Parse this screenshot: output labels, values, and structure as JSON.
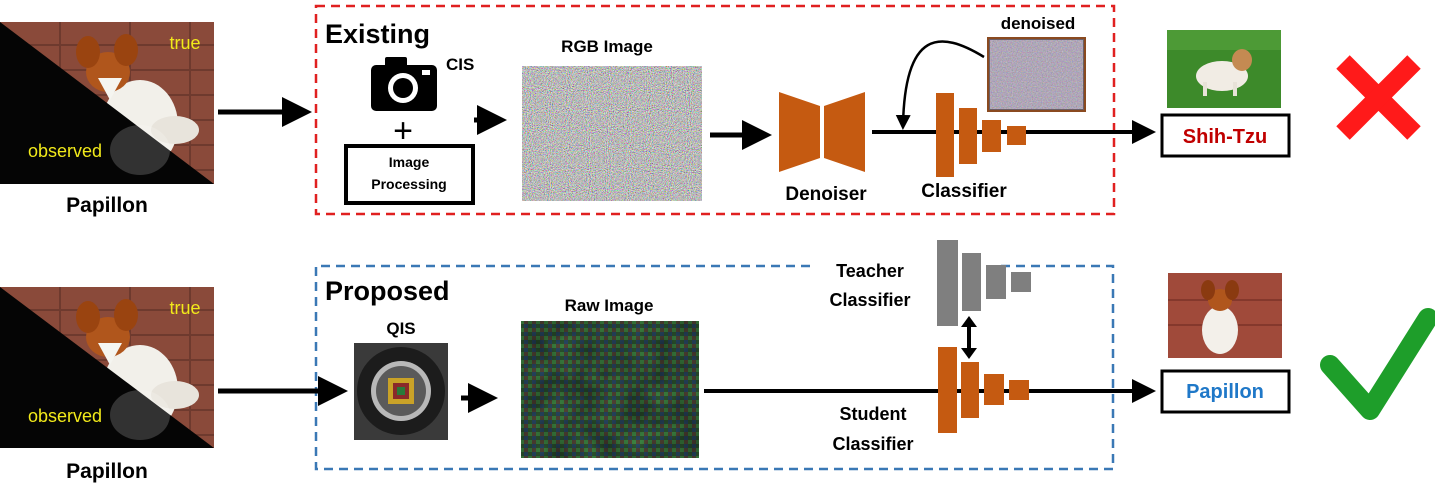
{
  "inputs": {
    "top": {
      "true_label": "true",
      "observed_label": "observed",
      "class_name": "Papillon"
    },
    "bottom": {
      "true_label": "true",
      "observed_label": "observed",
      "class_name": "Papillon"
    }
  },
  "existing": {
    "title": "Existing",
    "sensor_label": "CIS",
    "plus": "+",
    "processing_label": "Image Processing",
    "image_label": "RGB Image",
    "denoised_label": "denoised",
    "denoiser_label": "Denoiser",
    "classifier_label": "Classifier",
    "output_label": "Shih-Tzu",
    "result_icon": "cross-icon"
  },
  "proposed": {
    "title": "Proposed",
    "sensor_label": "QIS",
    "image_label": "Raw Image",
    "teacher_label": "Teacher Classifier",
    "student_label": "Student Classifier",
    "output_label": "Papillon",
    "result_icon": "check-icon"
  },
  "colors": {
    "existing_border": "#e02020",
    "proposed_border": "#3a78b5",
    "network_orange": "#c55a11",
    "teacher_gray": "#7f7f7f",
    "wrong_label": "#c00000",
    "right_label": "#1f78c8",
    "cross": "#ff1a1a",
    "check": "#1e9e2a"
  }
}
